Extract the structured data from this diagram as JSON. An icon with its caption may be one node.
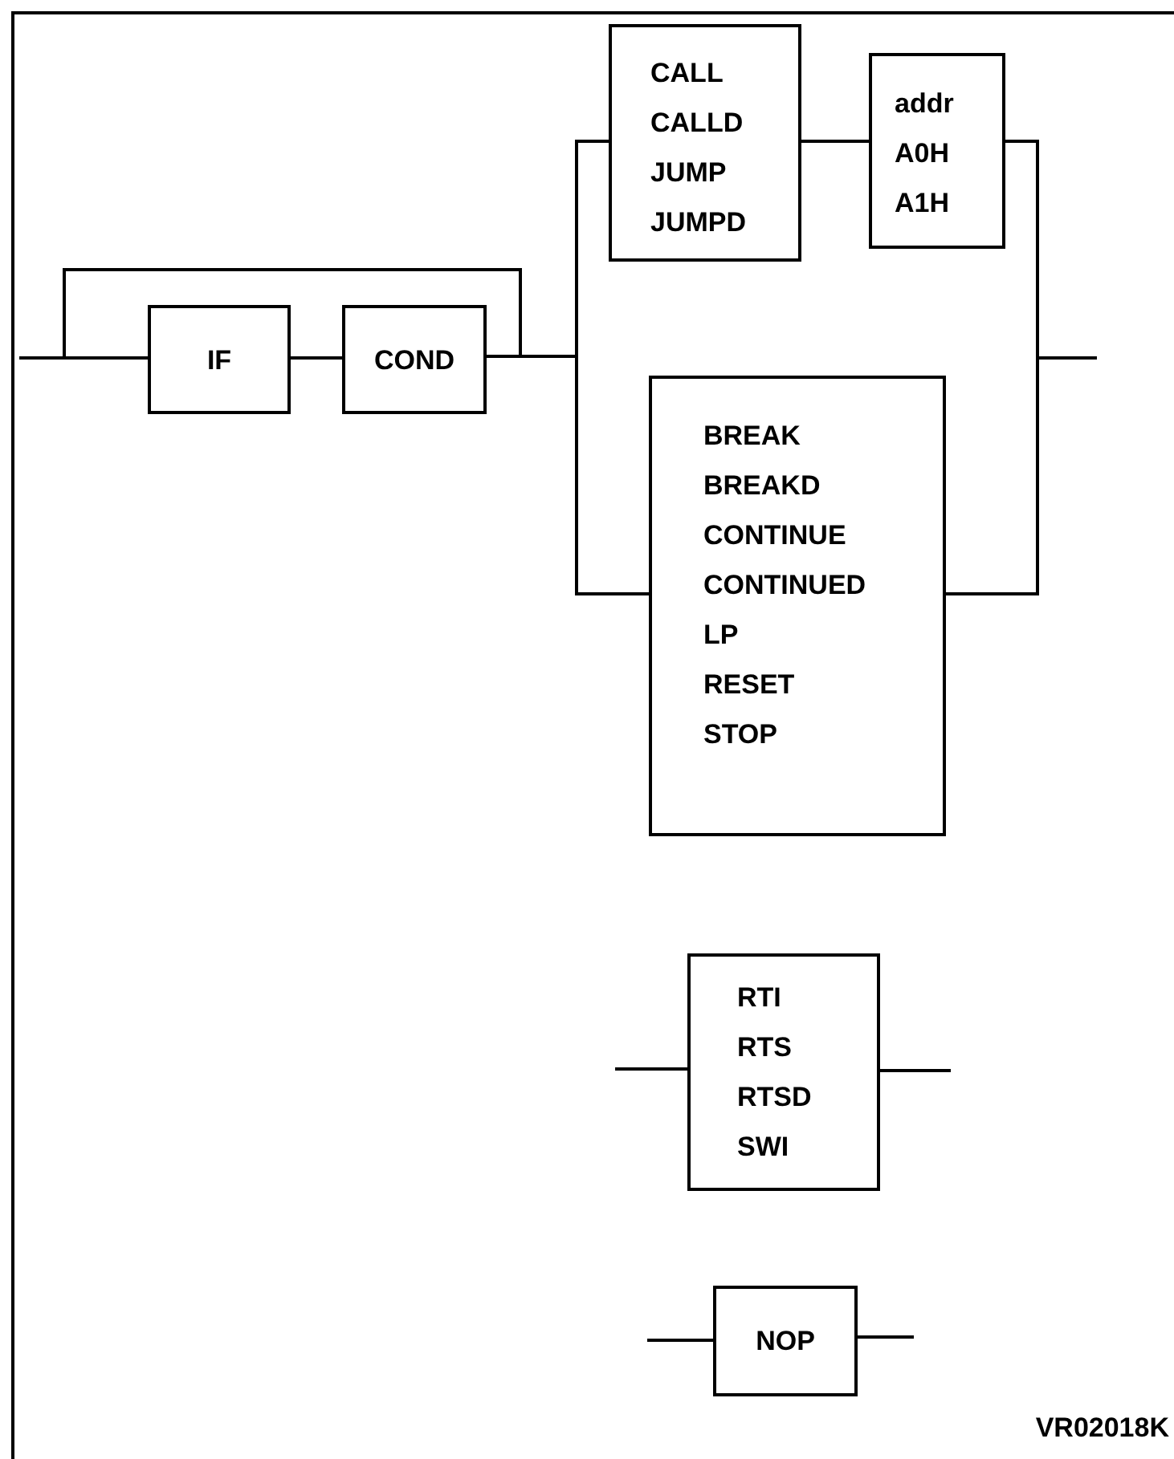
{
  "diagram": {
    "nodes": [
      {
        "text": [
          "IF"
        ]
      },
      {
        "text": [
          "COND"
        ]
      },
      {
        "text": [
          "CALL",
          "CALLD",
          "JUMP",
          "JUMPD"
        ]
      },
      {
        "text": [
          "addr",
          "A0H",
          "A1H"
        ]
      },
      {
        "text": [
          "BREAK",
          "BREAKD",
          "CONTINUE",
          "CONTINUED",
          "LP",
          "RESET",
          "STOP"
        ]
      },
      {
        "text": [
          "RTI",
          "RTS",
          "RTSD",
          "SWI"
        ]
      },
      {
        "text": [
          "NOP"
        ]
      }
    ],
    "edges": [
      {
        "from": null,
        "to": 0,
        "arrow": "none"
      },
      {
        "from": 0,
        "to": 1,
        "arrow": "none"
      },
      {
        "from": 1,
        "to": 2,
        "arrow": "none"
      },
      {
        "from": 1,
        "to": 4,
        "arrow": "none"
      },
      {
        "from": 2,
        "to": 3,
        "arrow": "none"
      },
      {
        "from": 3,
        "to": null,
        "arrow": "none"
      },
      {
        "from": 4,
        "to": null,
        "arrow": "none"
      },
      {
        "from": null,
        "to": 5,
        "arrow": "none"
      },
      {
        "from": 5,
        "to": null,
        "arrow": "none"
      },
      {
        "from": null,
        "to": 6,
        "arrow": "none"
      },
      {
        "from": 6,
        "to": null,
        "arrow": "none"
      }
    ],
    "labels": [
      "VR02018K"
    ]
  }
}
